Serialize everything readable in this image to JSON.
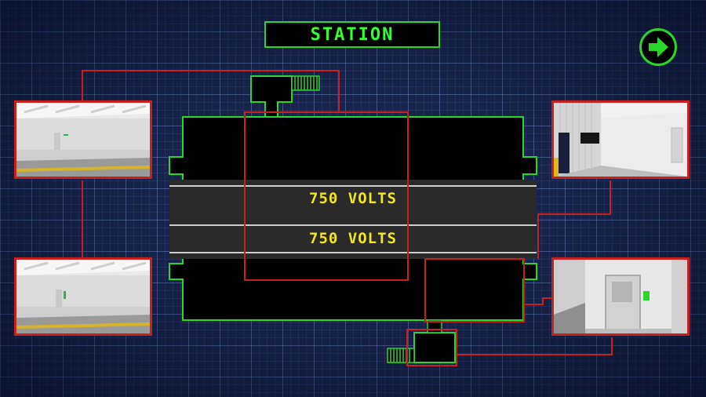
{
  "header": {
    "title": "STATION"
  },
  "rails": {
    "top_voltage": "750 VOLTS",
    "bottom_voltage": "750 VOLTS"
  },
  "colors": {
    "accent_green": "#2bd62b",
    "camera_red": "#c81f1f",
    "voltage_yellow": "#f0e81c",
    "grid_blue": "#17234a"
  },
  "icons": {
    "next": "arrow-right-icon"
  },
  "cameras": [
    {
      "id": "platform-left-upper"
    },
    {
      "id": "platform-left-lower"
    },
    {
      "id": "hallway-right-upper"
    },
    {
      "id": "door-right-lower"
    }
  ]
}
